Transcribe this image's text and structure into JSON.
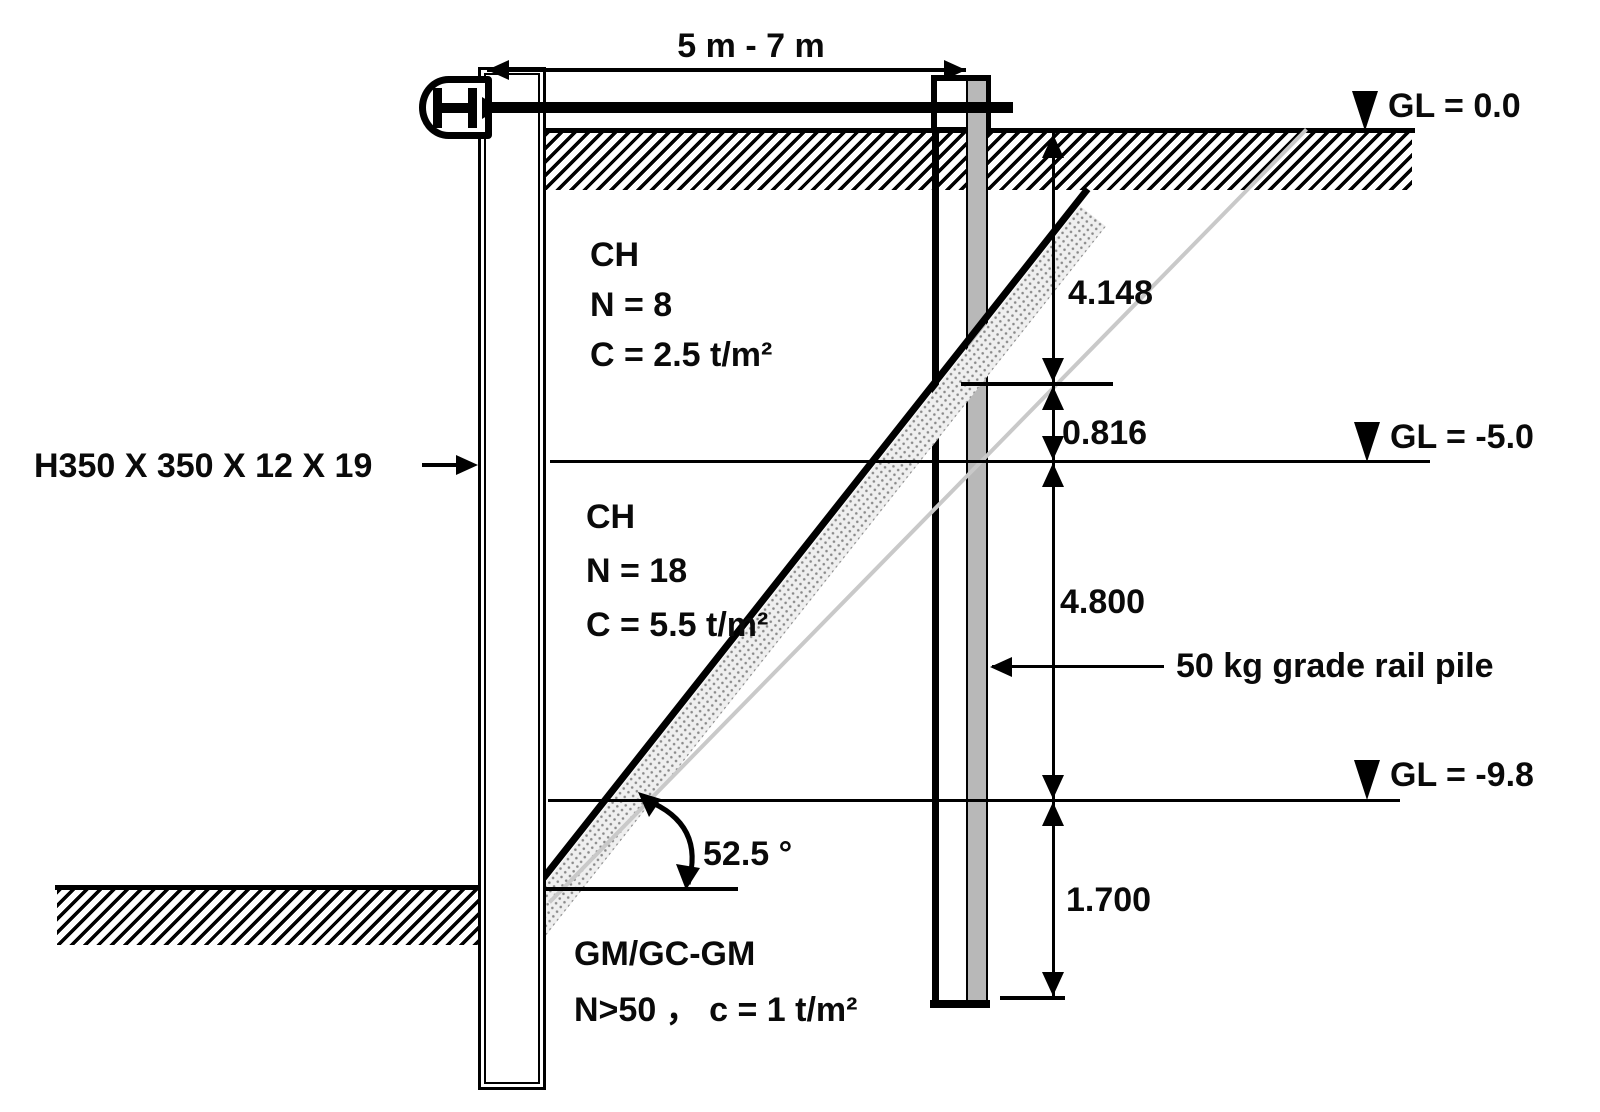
{
  "diagram": {
    "top_dimension_label": "5 m - 7 m",
    "h_pile_label": "H350 X 350 X 12 X 19",
    "rail_pile_label": "50 kg grade rail pile",
    "angle_label": "52.5 °",
    "ground_levels": [
      {
        "label": "GL = 0.0"
      },
      {
        "label": "GL = -5.0"
      },
      {
        "label": "GL = -9.8"
      }
    ],
    "vertical_dimensions": [
      {
        "value": "4.148"
      },
      {
        "value": "0.816"
      },
      {
        "value": "4.800"
      },
      {
        "value": "1.700"
      }
    ],
    "soil_layers": [
      {
        "classification": "CH",
        "spt": "N = 8",
        "cohesion": "C = 2.5 t/m²"
      },
      {
        "classification": "CH",
        "spt": "N = 18",
        "cohesion": "C = 5.5 t/m²"
      },
      {
        "classification": "GM/GC-GM",
        "properties": "N>50 ， c = 1 t/m²"
      }
    ],
    "colors": {
      "line": "#000000",
      "rail_pile_fill": "#b8b8b8",
      "slip_line": "#c9c9c9",
      "anchor_band_fill": "#efefef"
    }
  }
}
